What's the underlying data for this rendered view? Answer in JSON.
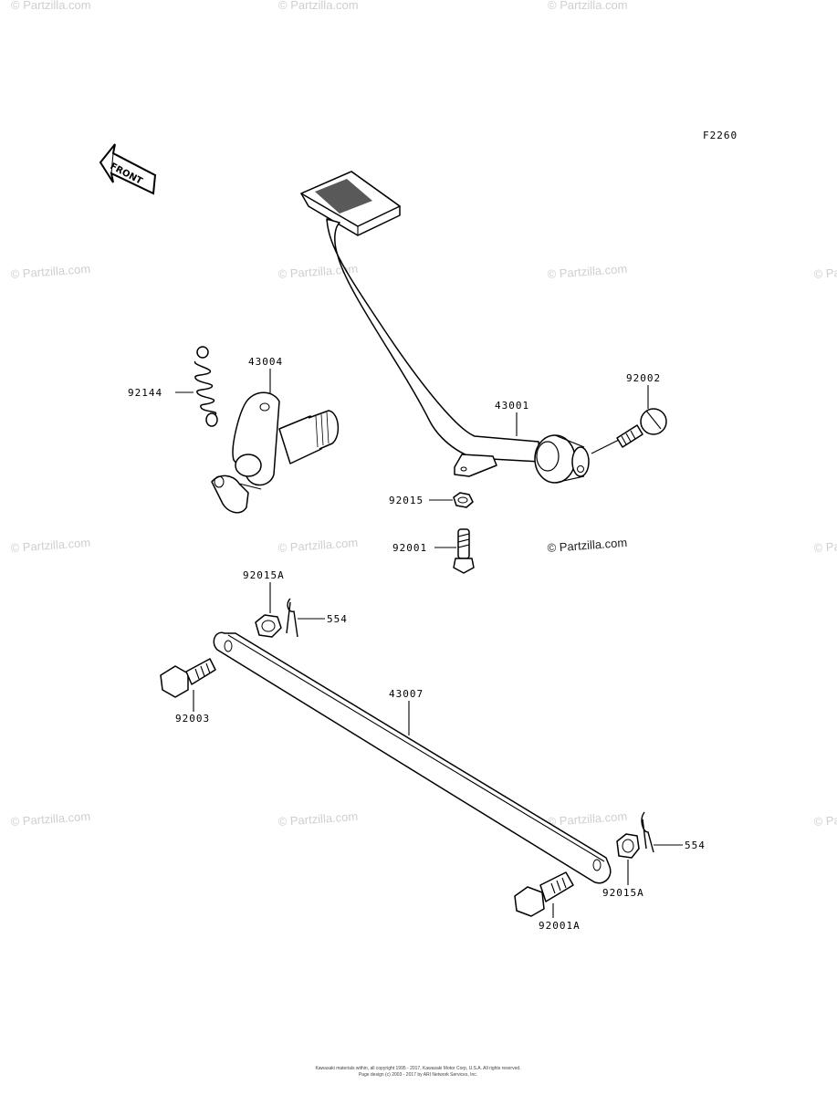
{
  "figure_code": "F2260",
  "front_arrow_text": "FRONT",
  "watermark_text": "© Partzilla.com",
  "parts": {
    "p92144": "92144",
    "p43004": "43004",
    "p43001": "43001",
    "p92002": "92002",
    "p92015": "92015",
    "p92001": "92001",
    "p92015A_top": "92015A",
    "p554_top": "554",
    "p92003": "92003",
    "p43007": "43007",
    "p554_bot": "554",
    "p92015A_bot": "92015A",
    "p92001A": "92001A"
  },
  "copyright_line1": "Kawasaki materials within, all copyright 1995 - 2017, Kawasaki Motor Corp, U.S.A. All rights reserved.",
  "copyright_line2": "Page design (c) 2003 - 2017 by ARI Network Services, Inc."
}
